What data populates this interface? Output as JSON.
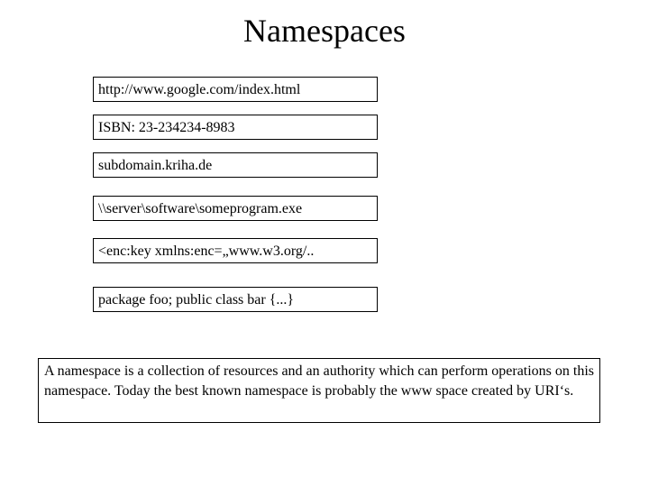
{
  "slide": {
    "title": "Namespaces",
    "examples": [
      "http://www.google.com/index.html",
      "ISBN: 23-234234-8983",
      "subdomain.kriha.de",
      "\\\\server\\software\\someprogram.exe",
      "<enc:key xmlns:enc=„www.w3.org/..",
      "package foo;  public class bar {...}"
    ],
    "definition": "A namespace is a collection of resources and an authority which can perform operations on this namespace. Today the best known namespace is probably the www space created by URI‘s."
  }
}
